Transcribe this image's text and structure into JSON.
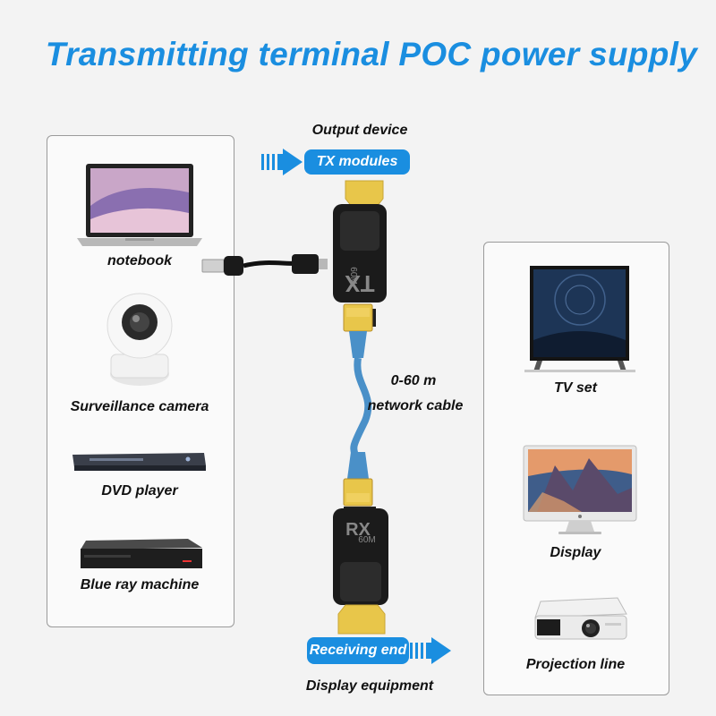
{
  "title": "Transmitting terminal POC power supply",
  "top_label": "Output device",
  "tx_badge": "TX modules",
  "tx_unit_text": "TX",
  "tx_unit_sub": "60M",
  "rx_unit_text": "RX",
  "rx_unit_sub": "60M",
  "cable_range": "0-60 m",
  "cable_label": "network cable",
  "rx_badge": "Receiving end",
  "bottom_label": "Display equipment",
  "left_devices": [
    "notebook",
    "Surveillance camera",
    "DVD player",
    "Blue ray machine"
  ],
  "right_devices": [
    "TV set",
    "Display",
    "Projection line"
  ],
  "colors": {
    "accent": "#1a8ee0",
    "cable": "#4a90c8",
    "hdmi": "#e8c64a"
  }
}
